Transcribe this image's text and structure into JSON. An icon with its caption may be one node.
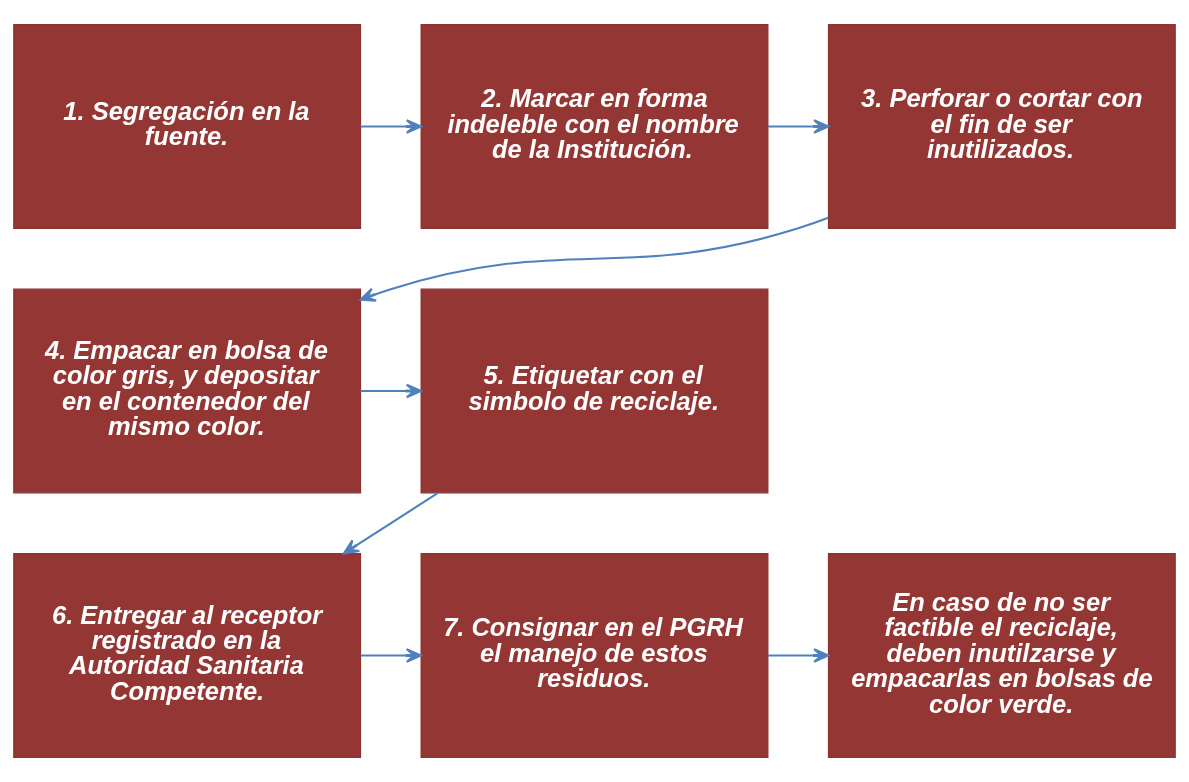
{
  "diagram": {
    "nodes": [
      {
        "text": [
          "1. Segregación en la fuente."
        ]
      },
      {
        "text": [
          "2. Marcar en forma indeleble con el nombre de la Institución."
        ]
      },
      {
        "text": [
          "3. Perforar o cortar con el fin de ser inutilizados."
        ]
      },
      {
        "text": [
          "4. Empacar en bolsa de color gris, y depositar en el contenedor del mismo color."
        ]
      },
      {
        "text": [
          "5. Etiquetar con el simbolo de reciclaje."
        ]
      },
      {
        "text": [
          "6. Entregar al receptor registrado en la Autoridad Sanitaria Competente."
        ]
      },
      {
        "text": [
          "7. Consignar en el PGRH el manejo de estos residuos."
        ]
      },
      {
        "text": [
          "En caso de no ser factible el reciclaje, deben inutilzarse y empacarlas en bolsas de color verde."
        ]
      }
    ],
    "edges": [
      {
        "from": 0,
        "to": 1,
        "arrow": "to"
      },
      {
        "from": 1,
        "to": 2,
        "arrow": "to"
      },
      {
        "from": 2,
        "to": 3,
        "arrow": "to"
      },
      {
        "from": 3,
        "to": 4,
        "arrow": "to"
      },
      {
        "from": 4,
        "to": 5,
        "arrow": "to"
      },
      {
        "from": 5,
        "to": 6,
        "arrow": "to"
      },
      {
        "from": 6,
        "to": 7,
        "arrow": "to"
      }
    ]
  }
}
